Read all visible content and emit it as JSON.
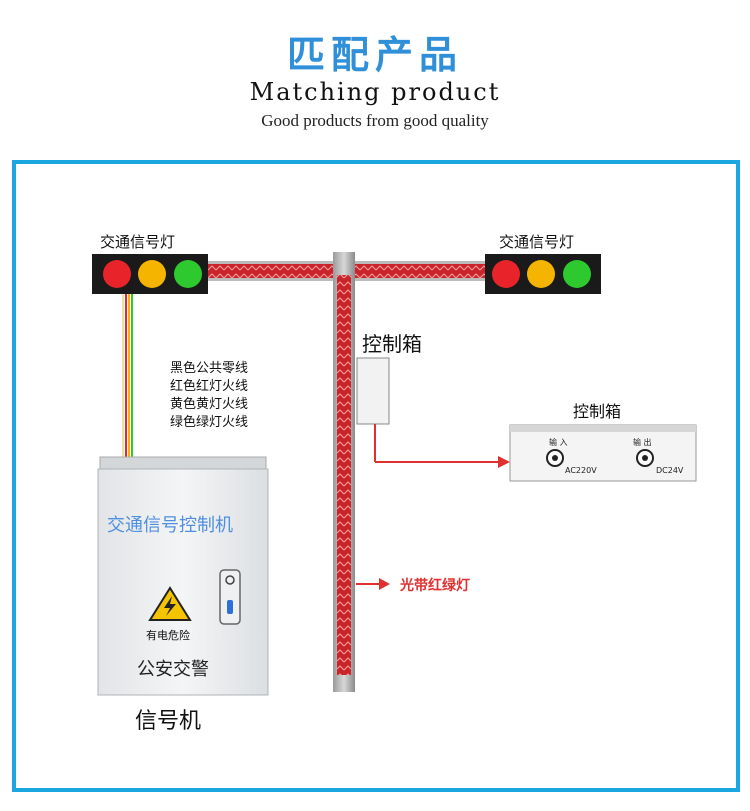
{
  "header": {
    "title_cn": "匹配产品",
    "title_en": "Matching product",
    "tagline": "Good products from good quality"
  },
  "diagram": {
    "left_light_label": "交通信号灯",
    "right_light_label": "交通信号灯",
    "wire_legend": [
      "黑色公共零线",
      "红色红灯火线",
      "黄色黄灯火线",
      "绿色绿灯火线"
    ],
    "control_box_label": "控制箱",
    "control_box_detail_label": "控制箱",
    "port_in_label": "输 入",
    "port_out_label": "输 出",
    "port_in_voltage": "AC220V",
    "port_out_voltage": "DC24V",
    "light_strip_label": "光带红绿灯",
    "cabinet_title": "交通信号控制机",
    "warning_text": "有电危险",
    "cabinet_footer": "公安交警",
    "cabinet_name": "信号机"
  },
  "colors": {
    "title_blue": "#2f8fd8",
    "frame_blue": "#1aa6de",
    "red": "#e8242a",
    "yellow": "#f5b400",
    "green": "#2ec92e",
    "arrow_red": "#e03030"
  }
}
